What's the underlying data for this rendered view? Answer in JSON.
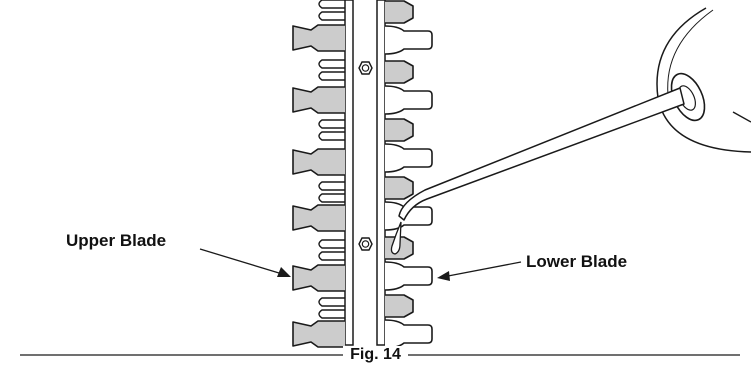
{
  "labels": {
    "upper_blade": "Upper Blade",
    "lower_blade": "Lower Blade",
    "figure_caption": "Fig. 14"
  },
  "colors": {
    "line": "#1a1a1a",
    "tooth_fill": "#cccccc",
    "background": "#ffffff"
  }
}
